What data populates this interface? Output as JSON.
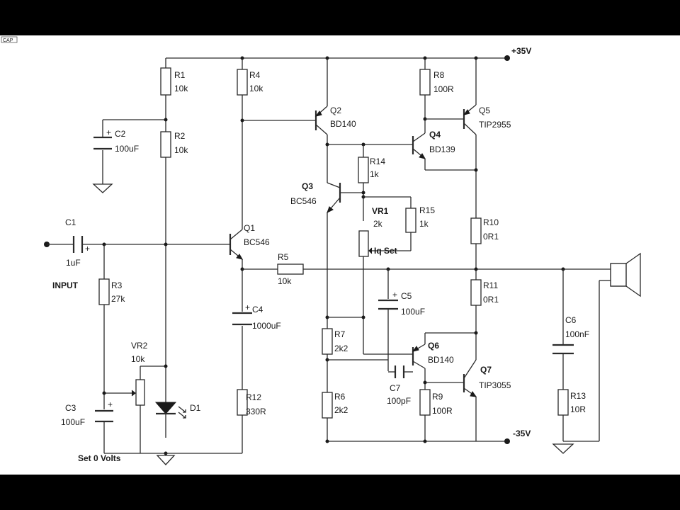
{
  "header_tag": "CAP",
  "rails": {
    "positive": "+35V",
    "negative": "-35V"
  },
  "labels": {
    "input": "INPUT",
    "set_zero": "Set 0 Volts",
    "iq_set": "Iq Set",
    "plus": "+"
  },
  "components": {
    "R1": {
      "ref": "R1",
      "value": "10k"
    },
    "R2": {
      "ref": "R2",
      "value": "10k"
    },
    "R3": {
      "ref": "R3",
      "value": "27k"
    },
    "R4": {
      "ref": "R4",
      "value": "10k"
    },
    "R5": {
      "ref": "R5",
      "value": "10k"
    },
    "R6": {
      "ref": "R6",
      "value": "2k2"
    },
    "R7": {
      "ref": "R7",
      "value": "2k2"
    },
    "R8": {
      "ref": "R8",
      "value": "100R"
    },
    "R9": {
      "ref": "R9",
      "value": "100R"
    },
    "R10": {
      "ref": "R10",
      "value": "0R1"
    },
    "R11": {
      "ref": "R11",
      "value": "0R1"
    },
    "R12": {
      "ref": "R12",
      "value": "330R"
    },
    "R13": {
      "ref": "R13",
      "value": "10R"
    },
    "R14": {
      "ref": "R14",
      "value": "1k"
    },
    "R15": {
      "ref": "R15",
      "value": "1k"
    },
    "VR1": {
      "ref": "VR1",
      "value": "2k"
    },
    "VR2": {
      "ref": "VR2",
      "value": "10k"
    },
    "C1": {
      "ref": "C1",
      "value": "1uF"
    },
    "C2": {
      "ref": "C2",
      "value": "100uF"
    },
    "C3": {
      "ref": "C3",
      "value": "100uF"
    },
    "C4": {
      "ref": "C4",
      "value": "1000uF"
    },
    "C5": {
      "ref": "C5",
      "value": "100uF"
    },
    "C6": {
      "ref": "C6",
      "value": "100nF"
    },
    "C7": {
      "ref": "C7",
      "value": "100pF"
    },
    "D1": {
      "ref": "D1"
    },
    "Q1": {
      "ref": "Q1",
      "value": "BC546"
    },
    "Q2": {
      "ref": "Q2",
      "value": "BD140"
    },
    "Q3": {
      "ref": "Q3",
      "value": "BC546"
    },
    "Q4": {
      "ref": "Q4",
      "value": "BD139"
    },
    "Q5": {
      "ref": "Q5",
      "value": "TIP2955"
    },
    "Q6": {
      "ref": "Q6",
      "value": "BD140"
    },
    "Q7": {
      "ref": "Q7",
      "value": "TIP3055"
    }
  }
}
